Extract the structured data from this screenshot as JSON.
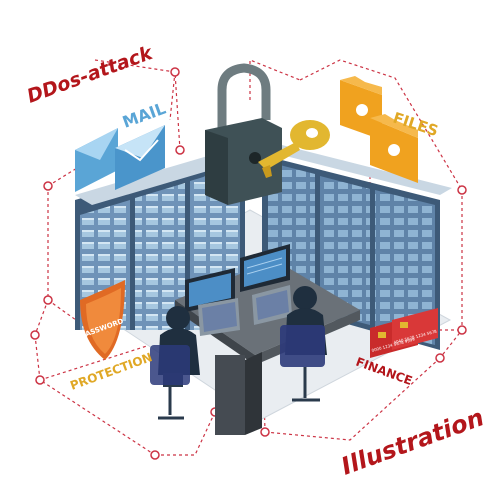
{
  "labels": {
    "ddos": "DDos-attack",
    "mail": "MAIL",
    "files": "FILES",
    "password": "PASSWORD",
    "protection": "PROTECTION",
    "finance": "FINANCE",
    "illustration": "Illustration",
    "card_number": "0000 1234 5678 9999",
    "card_number_front": "4040 5678 1234 5678"
  },
  "colors": {
    "red_label": "#b3161b",
    "gold_label": "#e0a826",
    "mail_label": "#5aa5d6",
    "server_front": "#5b7fa6",
    "server_side": "#8aa3b8",
    "lock_body": "#3f5156",
    "key": "#e2b730",
    "folder": "#f0a21f",
    "shield": "#e06a24",
    "hoodie": "#1f2f3f",
    "chair": "#2c3a7a",
    "desk": "#4a4f56",
    "screen_glow": "#4c8ec6",
    "dotted_line": "#cc3344"
  },
  "icons": [
    "lock-icon",
    "key-icon",
    "mail-envelope-icon",
    "folder-icon",
    "shield-icon",
    "credit-card-icon",
    "monitor-icon",
    "laptop-icon",
    "hacker-figure"
  ]
}
